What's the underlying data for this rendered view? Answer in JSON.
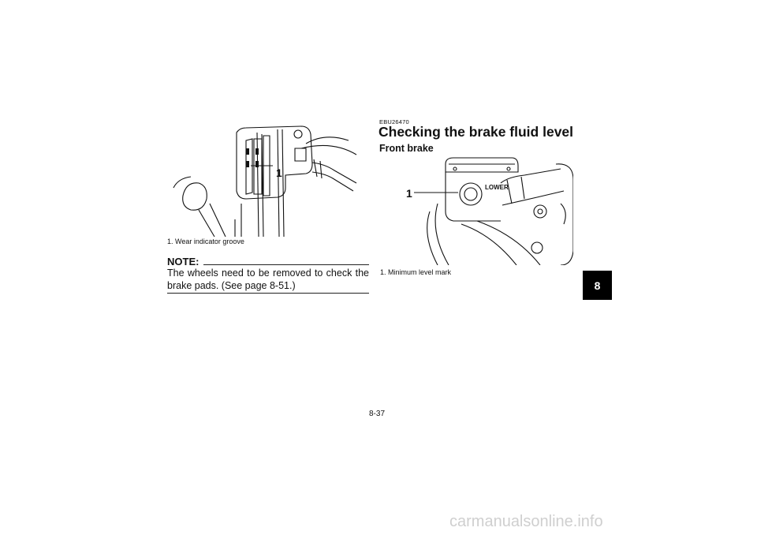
{
  "left": {
    "caption": "1. Wear indicator groove",
    "callout": "1",
    "note_label": "NOTE:",
    "note_text": "The wheels need to be removed to check the brake pads. (See page 8-51.)"
  },
  "right": {
    "code": "EBU26470",
    "title": "Checking the brake fluid level",
    "subtitle": "Front brake",
    "callout": "1",
    "figure_text": "LOWER",
    "caption": "1. Minimum level mark"
  },
  "tab": "8",
  "page_number": "8-37",
  "watermark": "carmanualsonline.info"
}
